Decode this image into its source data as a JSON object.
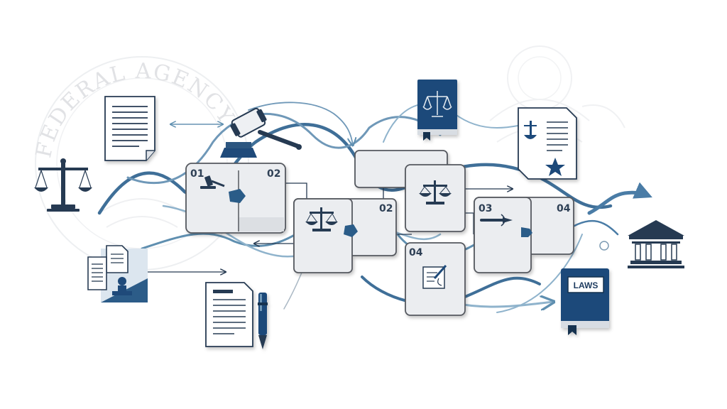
{
  "diagram": {
    "background_seal_text": "FEDERAL AGENCY",
    "book_label": "LAWS",
    "step_labels": {
      "card1_left": "01",
      "card1_right": "02",
      "card2_right": "02",
      "card5_left": "03",
      "card5_right": "04",
      "card6_left": "04"
    },
    "colors": {
      "navy": "#1f4a7a",
      "steel": "#4a7ca6",
      "light_steel": "#8fb3cc",
      "card_fill": "#ebedf0",
      "card_stroke": "#55595f",
      "ink": "#263a52"
    },
    "icons": [
      "scales-of-justice",
      "gavel",
      "document",
      "certificate-with-seal",
      "law-book",
      "laws-book",
      "pen",
      "courthouse",
      "id-badge-stamp",
      "signed-document",
      "sword"
    ]
  }
}
